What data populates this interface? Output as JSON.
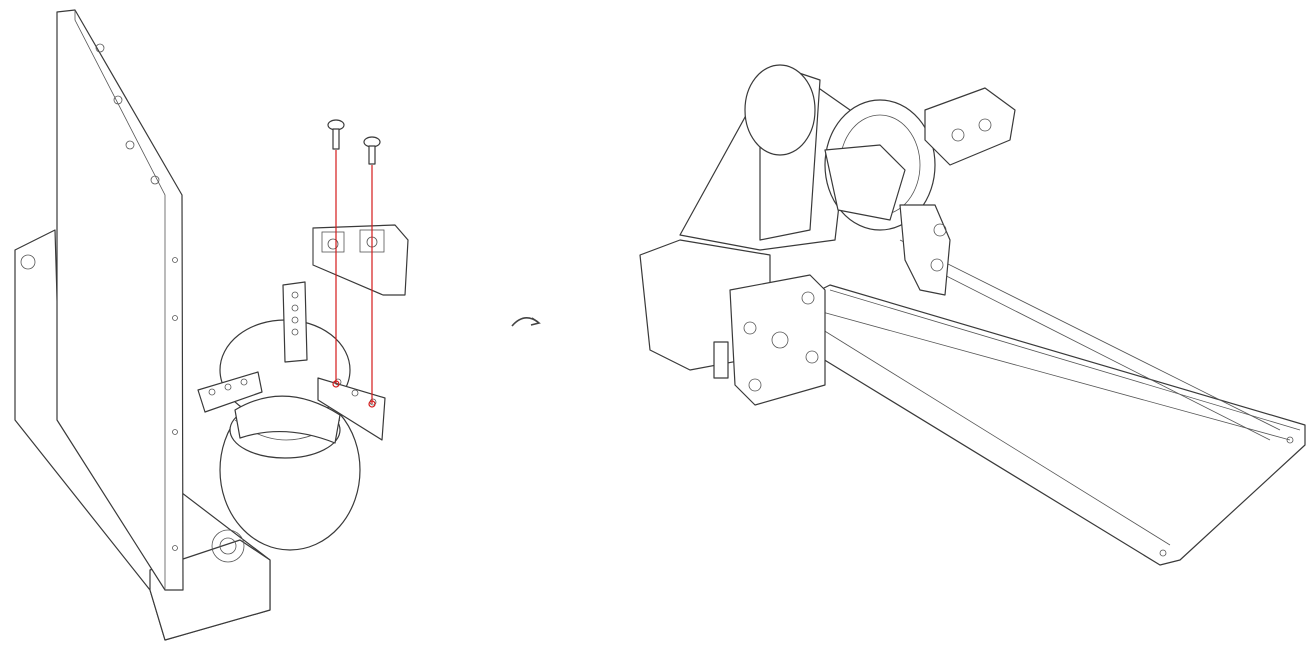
{
  "diagram": {
    "steps": [
      "attach-jaw-cover",
      "assembled-rotary-roller"
    ],
    "transition_icon": "curved-arrow-icon",
    "colors": {
      "line": "#3a3a3a",
      "guide_line": "#d41a1a",
      "background": "#ffffff"
    },
    "screw_count": 2
  }
}
